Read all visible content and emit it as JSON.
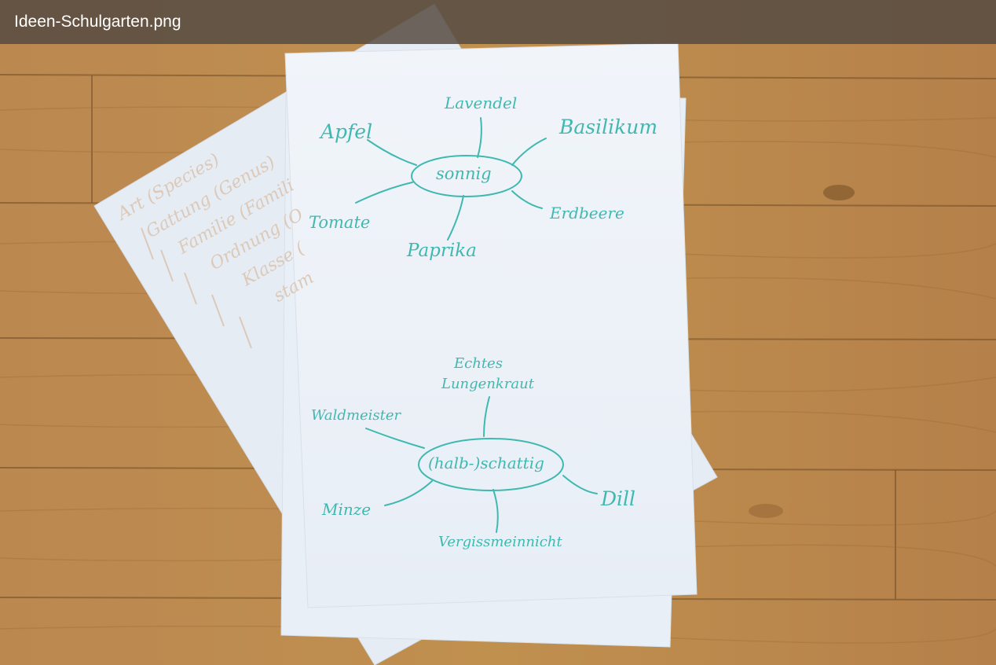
{
  "viewer": {
    "filename": "Ideen-Schulgarten.png"
  },
  "colors": {
    "ink_teal": "#3fb9b0",
    "ink_faded": "#dcc9b8",
    "paper": "#eef3f8",
    "wood": "#b9854c"
  },
  "back_sheet": {
    "lines": [
      "Art (Species)",
      "Gattung (Genus)",
      "Familie (Famili",
      "Ordnung (O",
      "Klasse (",
      "stam"
    ]
  },
  "mindmap_sunny": {
    "center": "sonnig",
    "branches": [
      "Lavendel",
      "Apfel",
      "Basilikum",
      "Tomate",
      "Erdbeere",
      "Paprika"
    ]
  },
  "mindmap_shade": {
    "center": "(halb-)schattig",
    "branches": [
      "Echtes",
      "Lungenkraut",
      "Waldmeister",
      "Dill",
      "Minze",
      "Vergissmeinnicht"
    ]
  }
}
